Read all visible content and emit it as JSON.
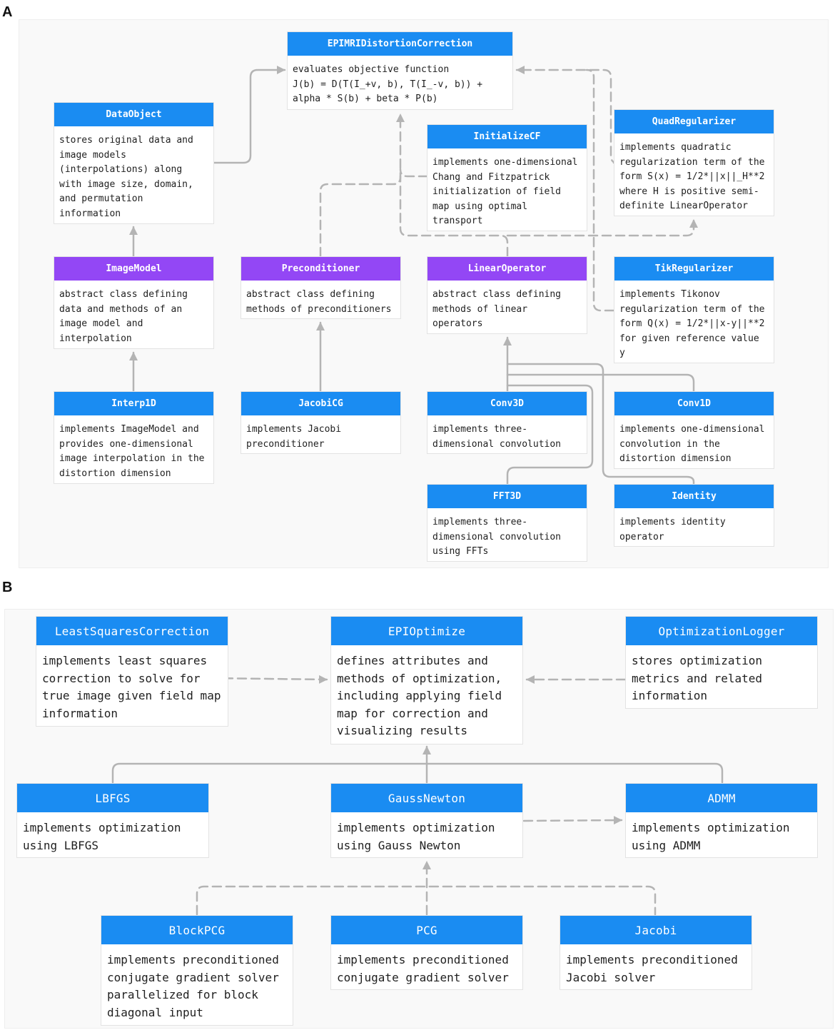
{
  "colors": {
    "concrete": "#1a8cf2",
    "abstract": "#9347f5",
    "edge": "#b4b4b4"
  },
  "panel_a": {
    "label": "A",
    "nodes": [
      {
        "id": "epi",
        "title": "EPIMRIDistortionCorrection",
        "kind": "concrete",
        "desc": "evaluates objective function\nJ(b) = D(T(I_+v, b), T(I_-v, b)) +\nalpha * S(b) + beta * P(b)"
      },
      {
        "id": "dataobject",
        "title": "DataObject",
        "kind": "concrete",
        "desc": "stores original data and\nimage models\n(interpolations) along\nwith image size, domain,\nand permutation\ninformation"
      },
      {
        "id": "initcf",
        "title": "InitializeCF",
        "kind": "concrete",
        "desc": "implements one-dimensional\nChang and Fitzpatrick\ninitialization of field\nmap using optimal\ntransport"
      },
      {
        "id": "quadreg",
        "title": "QuadRegularizer",
        "kind": "concrete",
        "desc": "implements quadratic\nregularization term of the\nform S(x) = 1/2*||x||_H**2\nwhere H is positive semi-\ndefinite LinearOperator"
      },
      {
        "id": "imagemodel",
        "title": "ImageModel",
        "kind": "abstract",
        "desc": "abstract class defining\ndata and methods of an\nimage model and\ninterpolation"
      },
      {
        "id": "precond",
        "title": "Preconditioner",
        "kind": "abstract",
        "desc": "abstract class defining\nmethods of preconditioners"
      },
      {
        "id": "linop",
        "title": "LinearOperator",
        "kind": "abstract",
        "desc": "abstract class defining\nmethods of linear\noperators"
      },
      {
        "id": "tikreg",
        "title": "TikRegularizer",
        "kind": "concrete",
        "desc": "implements Tikonov\nregularization term of the\nform Q(x) = 1/2*||x-y||**2\nfor given reference value\ny"
      },
      {
        "id": "interp1d",
        "title": "Interp1D",
        "kind": "concrete",
        "desc": "implements ImageModel and\nprovides one-dimensional\nimage interpolation in the\ndistortion dimension"
      },
      {
        "id": "jacobicg",
        "title": "JacobiCG",
        "kind": "concrete",
        "desc": "implements Jacobi\npreconditioner"
      },
      {
        "id": "conv3d",
        "title": "Conv3D",
        "kind": "concrete",
        "desc": "implements three-\ndimensional convolution"
      },
      {
        "id": "conv1d",
        "title": "Conv1D",
        "kind": "concrete",
        "desc": "implements one-dimensional\nconvolution in the\ndistortion dimension"
      },
      {
        "id": "fft3d",
        "title": "FFT3D",
        "kind": "concrete",
        "desc": "implements three-\ndimensional convolution\nusing FFTs"
      },
      {
        "id": "identity",
        "title": "Identity",
        "kind": "concrete",
        "desc": "implements identity\noperator"
      }
    ]
  },
  "panel_b": {
    "label": "B",
    "nodes": [
      {
        "id": "lsc",
        "title": "LeastSquaresCorrection",
        "kind": "concrete",
        "desc": "implements least squares\ncorrection to solve for\ntrue image given field map\ninformation"
      },
      {
        "id": "epiopt",
        "title": "EPIOptimize",
        "kind": "concrete",
        "desc": "defines attributes and\nmethods of optimization,\nincluding applying field\nmap for correction and\nvisualizing results"
      },
      {
        "id": "optlog",
        "title": "OptimizationLogger",
        "kind": "concrete",
        "desc": "stores optimization\nmetrics and related\ninformation"
      },
      {
        "id": "lbfgs",
        "title": "LBFGS",
        "kind": "concrete",
        "desc": "implements optimization\nusing LBFGS"
      },
      {
        "id": "gn",
        "title": "GaussNewton",
        "kind": "concrete",
        "desc": "implements optimization\nusing Gauss Newton"
      },
      {
        "id": "admm",
        "title": "ADMM",
        "kind": "concrete",
        "desc": "implements optimization\nusing ADMM"
      },
      {
        "id": "blockpcg",
        "title": "BlockPCG",
        "kind": "concrete",
        "desc": "implements preconditioned\nconjugate gradient solver\nparallelized for block\ndiagonal input"
      },
      {
        "id": "pcg",
        "title": "PCG",
        "kind": "concrete",
        "desc": "implements preconditioned\nconjugate gradient solver"
      },
      {
        "id": "jacobi",
        "title": "Jacobi",
        "kind": "concrete",
        "desc": "implements preconditioned\nJacobi solver"
      }
    ]
  }
}
